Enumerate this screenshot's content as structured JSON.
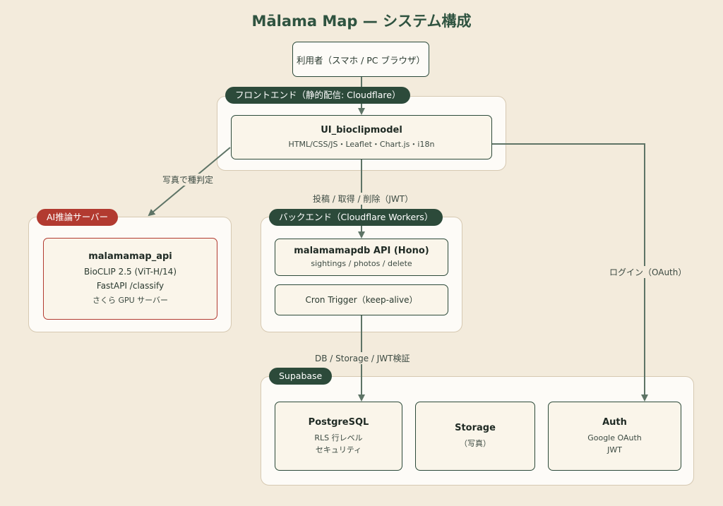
{
  "title": "Mālama Map — システム構成",
  "user": {
    "label": "利用者（スマホ / PC ブラウザ）"
  },
  "frontend": {
    "tag": "フロントエンド（静的配信: Cloudflare）",
    "box": {
      "title": "UI_bioclipmodel",
      "sub": "HTML/CSS/JS・Leaflet・Chart.js・i18n"
    }
  },
  "ai": {
    "tag": "AI推論サーバー",
    "box": {
      "title": "malamamap_api",
      "line1": "BioCLIP 2.5 (ViT-H/14)",
      "line2": "FastAPI /classify",
      "line3": "さくら GPU サーバー"
    }
  },
  "backend": {
    "tag": "バックエンド（Cloudflare Workers）",
    "api": {
      "title": "malamamapdb API (Hono)",
      "sub": "sightings / photos / delete"
    },
    "cron": {
      "label": "Cron Trigger（keep-alive）"
    }
  },
  "supabase": {
    "tag": "Supabase",
    "postgres": {
      "title": "PostgreSQL",
      "line1": "RLS 行レベル",
      "line2": "セキュリティ"
    },
    "storage": {
      "title": "Storage",
      "line1": "（写真）"
    },
    "auth": {
      "title": "Auth",
      "line1": "Google OAuth",
      "line2": "JWT"
    }
  },
  "edges": {
    "species": "写真で種判定",
    "crud": "投稿 / 取得 / 削除（JWT）",
    "db": "DB / Storage / JWT検証",
    "login": "ログイン（OAuth）"
  },
  "colors": {
    "arrow": "#5e7466",
    "green": "#2c4a3a",
    "red": "#b23a30",
    "bg": "#f3ebdc"
  }
}
